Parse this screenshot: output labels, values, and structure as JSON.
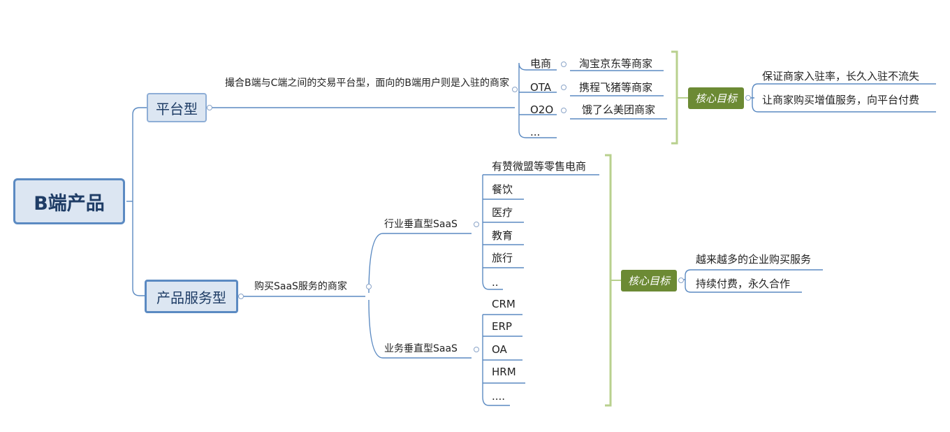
{
  "root": {
    "label": "B端产品"
  },
  "platform": {
    "label": "平台型",
    "description": "撮合B端与C端之间的交易平台型，面向的B端用户则是入驻的商家",
    "types": [
      {
        "label": "电商",
        "example": "淘宝京东等商家"
      },
      {
        "label": "OTA",
        "example": "携程飞猪等商家"
      },
      {
        "label": "O2O",
        "example": "饿了么美团商家"
      },
      {
        "label": "..."
      }
    ],
    "goal_label": "核心目标",
    "goals": [
      "保证商家入驻率，长久入驻不流失",
      "让商家购买增值服务，向平台付费"
    ]
  },
  "service": {
    "label": "产品服务型",
    "description": "购买SaaS服务的商家",
    "industry": {
      "label": "行业垂直型SaaS",
      "items": [
        "有赞微盟等零售电商",
        "餐饮",
        "医疗",
        "教育",
        "旅行",
        ".."
      ]
    },
    "business": {
      "label": "业务垂直型SaaS",
      "items": [
        "CRM",
        "ERP",
        "OA",
        "HRM",
        "...."
      ]
    },
    "goal_label": "核心目标",
    "goals": [
      "越来越多的企业购买服务",
      "持续付费，永久合作"
    ]
  },
  "colors": {
    "connector": "#5b8ac2",
    "branch_fill": "#dce6f2",
    "goal_fill": "#6c8a34",
    "bracket": "#b8d08e"
  }
}
